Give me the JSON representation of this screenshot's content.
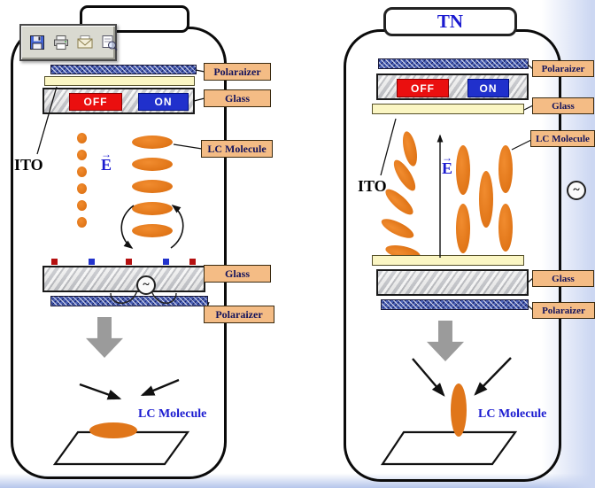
{
  "left_panel": {
    "toolbar_icons": [
      "save",
      "print",
      "mail",
      "print-preview"
    ],
    "electrodes": {
      "off": "OFF",
      "on": "ON"
    },
    "ito_label": "ITO",
    "field_label": "E",
    "ac_symbol": "~",
    "caption": "LC Molecule",
    "side_labels": [
      "Polaraizer",
      "Glass",
      "LC Molecule",
      "Glass",
      "Polaraizer"
    ]
  },
  "right_panel": {
    "title": "TN",
    "electrodes": {
      "off": "OFF",
      "on": "ON"
    },
    "ito_label": "ITO",
    "field_label": "E",
    "ac_symbol": "~",
    "caption": "LC Molecule",
    "side_labels": [
      "Polaraizer",
      "Glass",
      "LC Molecule",
      "Glass",
      "Polaraizer"
    ]
  },
  "colors": {
    "lc_orange": "#e0761a",
    "off_red": "#ea0f0f",
    "on_blue": "#2030cc",
    "tag_fill": "#f4bc85",
    "polarizer_blue": "#4a5fb5",
    "text_blue": "#1b1bd0"
  }
}
